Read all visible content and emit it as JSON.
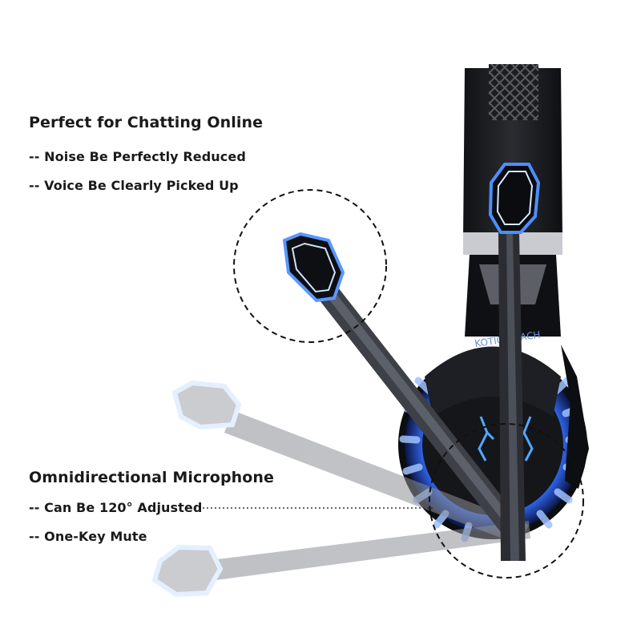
{
  "section_chatting": {
    "heading": "Perfect for Chatting Online",
    "bullets": [
      "-- Noise Be Perfectly Reduced",
      "-- Voice Be Clearly Picked Up"
    ]
  },
  "section_microphone": {
    "heading": "Omnidirectional Microphone",
    "bullets": [
      "-- Can Be 120° Adjusted",
      "-- One-Key Mute"
    ]
  },
  "headset": {
    "brand": "KOTION EACH",
    "led_color": "#3f7bff",
    "body_color": "#1c1d21"
  }
}
